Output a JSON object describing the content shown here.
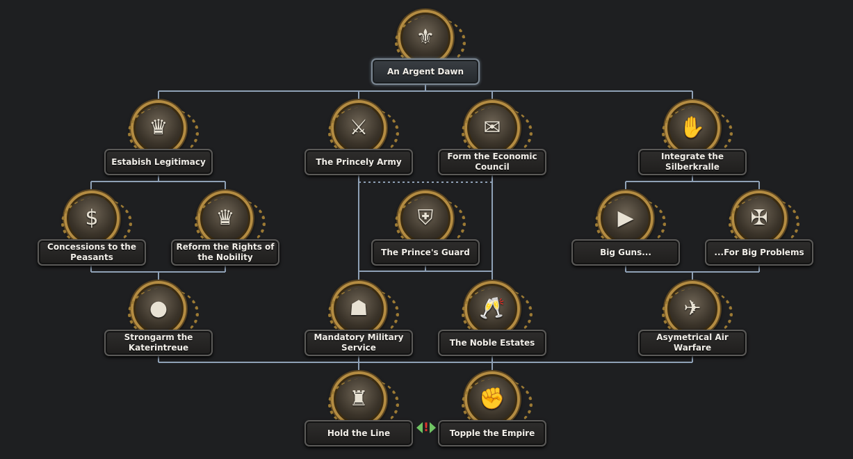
{
  "focus_tree": {
    "root": {
      "label": "An Argent Dawn",
      "icon": "silver-dawn-emblem-icon",
      "glyph": "⚜"
    },
    "tier1": [
      {
        "label": "Estabish Legitimacy",
        "icon": "crown-document-icon",
        "glyph": "♛"
      },
      {
        "label": "The Princely Army",
        "icon": "crossed-swords-chevron-icon",
        "glyph": "⚔"
      },
      {
        "label": "Form the Economic Council",
        "icon": "document-coins-icon",
        "glyph": "✉"
      },
      {
        "label": "Integrate the Silberkralle",
        "icon": "handshake-icon",
        "glyph": "✋"
      }
    ],
    "tier2": [
      {
        "label": "Concessions to the Peasants",
        "icon": "money-stack-icon",
        "glyph": "$"
      },
      {
        "label": "Reform the Rights of the Nobility",
        "icon": "crown-handshake-icon",
        "glyph": "♛"
      },
      {
        "label": "The Prince's Guard",
        "icon": "spartan-helmet-icon",
        "glyph": "⛨"
      },
      {
        "label": "Big Guns...",
        "icon": "artillery-shell-icon",
        "glyph": "▶"
      },
      {
        "label": "...For Big Problems",
        "icon": "artillery-cannon-icon",
        "glyph": "✠"
      }
    ],
    "tier3": [
      {
        "label": "Strongarm the Katerintreue",
        "icon": "iron-fist-icon",
        "glyph": "●"
      },
      {
        "label": "Mandatory Military Service",
        "icon": "soldier-rifle-icon",
        "glyph": "☗"
      },
      {
        "label": "The Noble Estates",
        "icon": "champagne-toast-icon",
        "glyph": "🥂"
      },
      {
        "label": "Asymetrical Air Warfare",
        "icon": "anti-air-gun-icon",
        "glyph": "✈"
      }
    ],
    "tier4": [
      {
        "label": "Hold the Line",
        "icon": "fortress-icon",
        "glyph": "♜"
      },
      {
        "label": "Topple the Empire",
        "icon": "raised-fist-icon",
        "glyph": "✊"
      }
    ],
    "mutually_exclusive_marker": "!"
  },
  "colors": {
    "background": "#1e1f21",
    "connector": "#8fa1b6",
    "frame_gold": "#b48c42",
    "exclusive_arrow": "#6fc463",
    "exclusive_mark": "#e0342d"
  }
}
